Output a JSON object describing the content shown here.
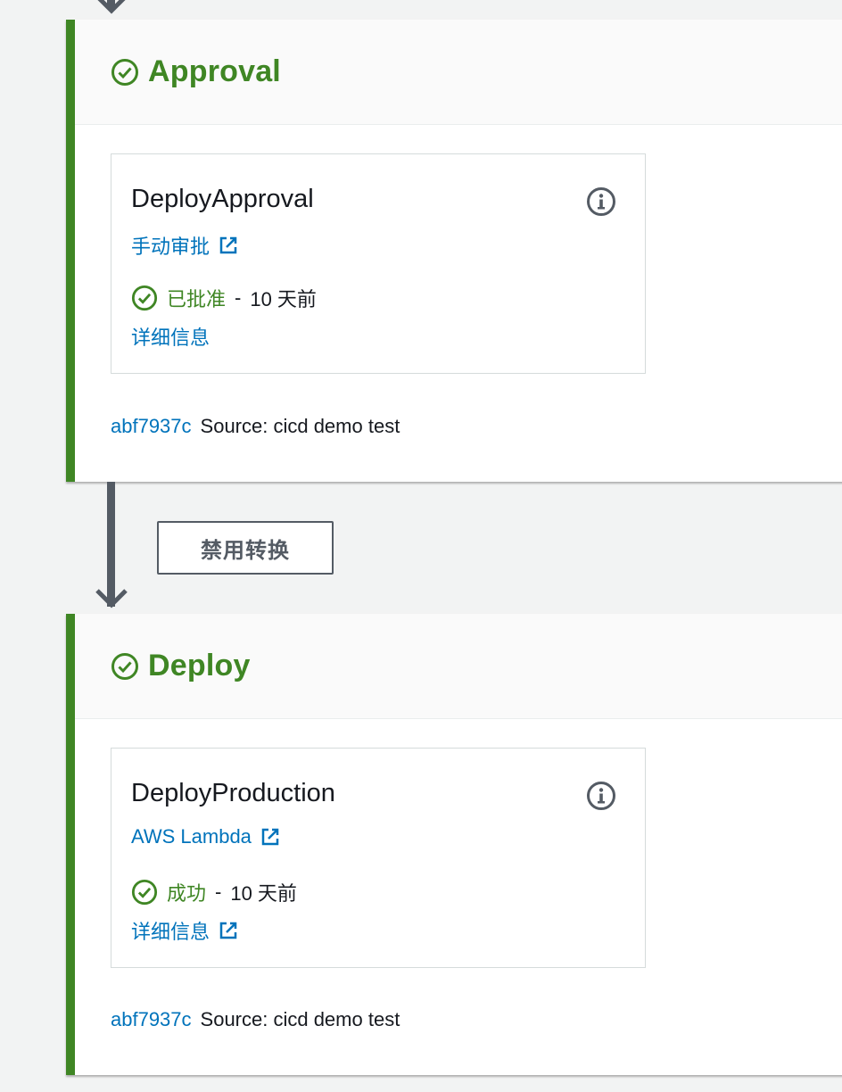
{
  "colors": {
    "success": "#3f8624",
    "link": "#0073bb",
    "text": "#16191f",
    "connector": "#545b64",
    "background": "#f2f3f3"
  },
  "stages": [
    {
      "title": "Approval",
      "status_icon": "check-circle-icon",
      "action": {
        "name": "DeployApproval",
        "provider": "手动审批",
        "status": "已批准",
        "separator": "-",
        "time": "10 天前",
        "details": "详细信息",
        "details_external": false
      },
      "revision": {
        "id": "abf7937c",
        "message": "Source: cicd demo test"
      }
    },
    {
      "title": "Deploy",
      "status_icon": "check-circle-icon",
      "action": {
        "name": "DeployProduction",
        "provider": "AWS Lambda",
        "status": "成功",
        "separator": "-",
        "time": "10 天前",
        "details": "详细信息",
        "details_external": true
      },
      "revision": {
        "id": "abf7937c",
        "message": "Source: cicd demo test"
      }
    }
  ],
  "transition": {
    "button_label": "禁用转换"
  }
}
